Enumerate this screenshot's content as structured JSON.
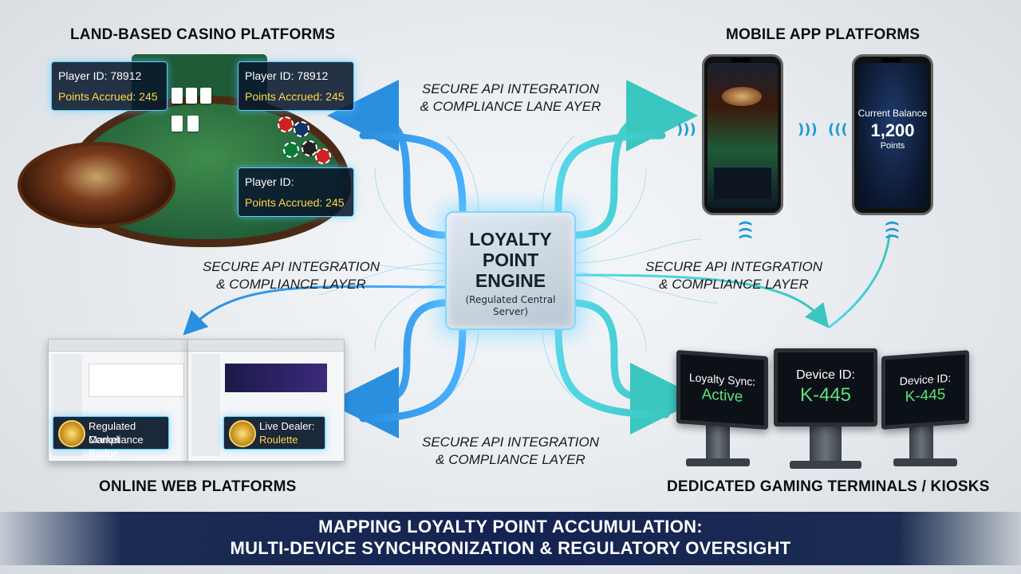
{
  "quadrants": {
    "land": "LAND-BASED CASINO PLATFORMS",
    "mobile": "MOBILE APP PLATFORMS",
    "web": "ONLINE WEB PLATFORMS",
    "kiosk": "DEDICATED GAMING TERMINALS / KIOSKS"
  },
  "lanes": {
    "top": [
      "SECURE API INTEGRATION",
      "& COMPLIANCE LANE AYER"
    ],
    "left": [
      "SECURE API INTEGRATION",
      "& COMPLIANCE LAYER"
    ],
    "right": [
      "SECURE API INTEGRATION",
      "& COMPLIANCE LAYER"
    ],
    "bottom": [
      "SECURE API INTEGRATION",
      "& COMPLIANCE LAYER"
    ]
  },
  "engine": {
    "title_line1": "LOYALTY",
    "title_line2": "POINT",
    "title_line3": "ENGINE",
    "subtitle_line1": "(Regulated Central",
    "subtitle_line2": "Server)"
  },
  "casino_huds": [
    {
      "player": "Player ID: 78912",
      "points": "Points Accrued: 245"
    },
    {
      "player": "Player ID: 78912",
      "points": "Points Accrued: 245"
    },
    {
      "player": "Player ID:",
      "points": "Points Accrued: 245"
    }
  ],
  "mobile": {
    "balance_label": "Current Balance",
    "balance_value": "1,200",
    "balance_unit": "Points"
  },
  "web": {
    "badge1_line1": "Regulated Market",
    "badge1_line2": "Compliance Badge",
    "badge2_line1": "Live Dealer:",
    "badge2_line2": "Roulette"
  },
  "kiosks": [
    {
      "label": "Loyalty Sync:",
      "value": "Active"
    },
    {
      "label": "Device ID:",
      "value": "K-445"
    },
    {
      "label": "Device ID:",
      "value": "K-445"
    }
  ],
  "banner": {
    "line1": "MAPPING LOYALTY POINT ACCUMULATION:",
    "line2": "MULTI-DEVICE SYNCHRONIZATION & REGULATORY OVERSIGHT"
  },
  "colors": {
    "flow_left": "#2b8fe0",
    "flow_right": "#3cc6c0",
    "hud_border": "#5ad0ff",
    "points_text": "#ffd84a",
    "kiosk_value": "#5ee07a",
    "banner_bg": "#142352"
  },
  "icons": [
    "wifi-signal-icon",
    "medal-badge-icon",
    "arrow-head-icon"
  ]
}
